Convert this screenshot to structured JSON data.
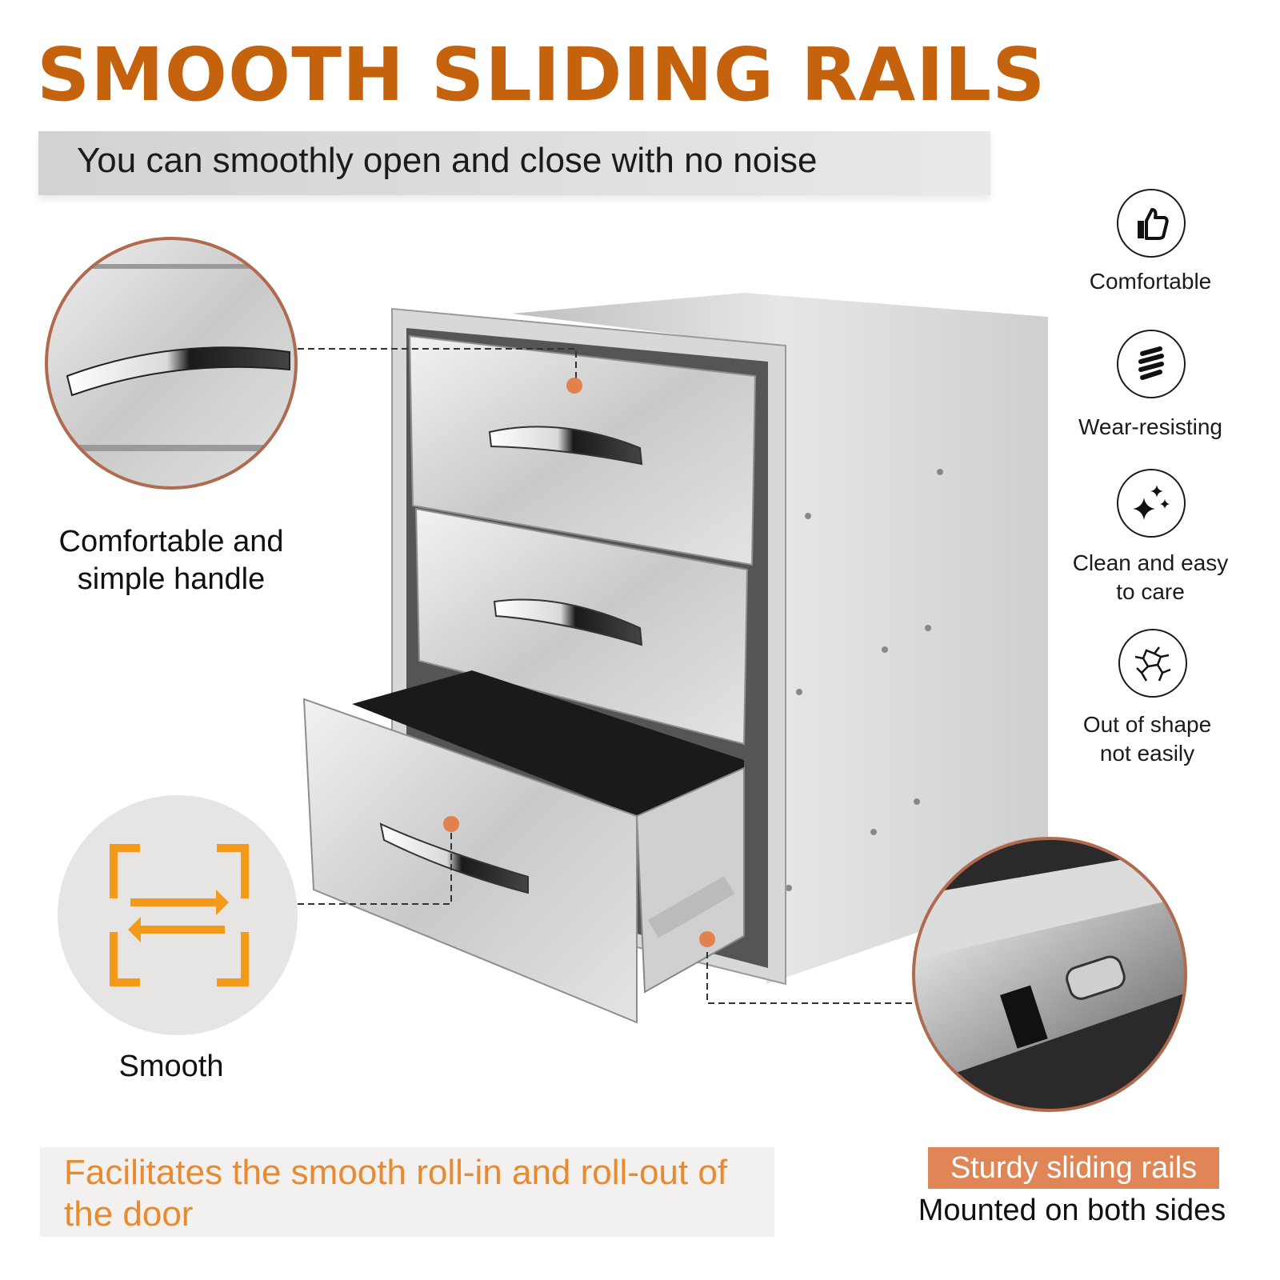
{
  "header": {
    "title": "SMOOTH SLIDING RAILS",
    "subtitle": "You can smoothly open and close with no noise"
  },
  "features": [
    {
      "label": "Comfortable",
      "icon": "thumbs-up-icon"
    },
    {
      "label": "Wear-resisting",
      "icon": "wear-resisting-icon"
    },
    {
      "label": "Clean and easy\nto care",
      "icon": "sparkle-icon"
    },
    {
      "label": "Out of shape\nnot easily",
      "icon": "crack-pattern-icon"
    }
  ],
  "callouts": {
    "handle": "Comfortable and\nsimple handle",
    "smooth": "Smooth"
  },
  "bottom": {
    "left_text": "Facilitates the smooth roll-in and roll-out of the door",
    "rails_badge": "Sturdy sliding rails",
    "rails_sub": "Mounted on both sides"
  },
  "colors": {
    "title": "#c5620e",
    "accent_orange": "#e78a30",
    "badge": "#e08656",
    "marker": "#e2814c",
    "callout_ring": "#b06a4e"
  }
}
